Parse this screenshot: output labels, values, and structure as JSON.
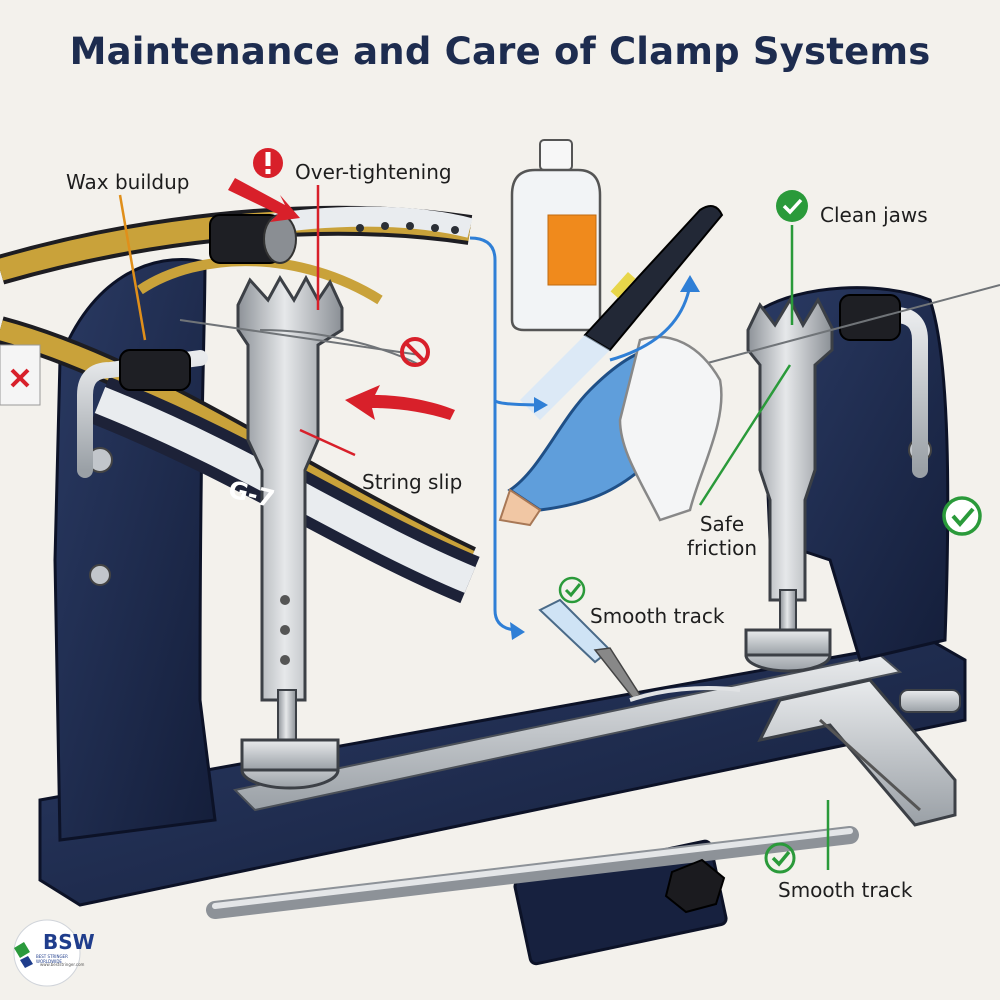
{
  "title": "Maintenance and Care of Clamp Systems",
  "labels": {
    "wax_buildup": "Wax buildup",
    "over_tightening": "Over-tightening",
    "string_slip": "String slip",
    "clean_jaws": "Clean jaws",
    "safe_friction_1": "Safe",
    "safe_friction_2": "friction",
    "smooth_track_top": "Smooth track",
    "smooth_track_bottom": "Smooth track"
  },
  "frame_marking": "G-7",
  "logo": {
    "text": "BSW",
    "subtitle": "BEST STRINGER WORLDWIDE",
    "url": "www.beststringer.com"
  },
  "icons": [
    "warning-icon",
    "prohibited-icon",
    "check-icon"
  ],
  "colors": {
    "title": "#1d2c4f",
    "machine_navy": "#1c2a4d",
    "steel": "#b9bdc2",
    "warning_red": "#d8202a",
    "check_green": "#2a9a3a",
    "flow_blue": "#2f7fd6",
    "racquet_gold": "#c9a23a",
    "glove_blue": "#5f9edb"
  }
}
